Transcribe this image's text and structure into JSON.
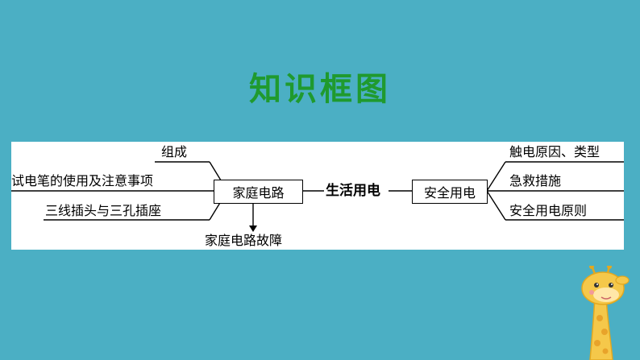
{
  "title": "知识框图",
  "diagram": {
    "center": "生活用电",
    "left_box": "家庭电路",
    "right_box": "安全用电",
    "left_branches": [
      "组成",
      "试电笔的使用及注意事项",
      "三线插头与三孔插座"
    ],
    "left_down": "家庭电路故障",
    "right_branches": [
      "触电原因、类型",
      "急救措施",
      "安全用电原则"
    ]
  },
  "colors": {
    "background": "#4bafc4",
    "title": "#1f9a2e",
    "panel": "#ffffff"
  },
  "decoration": "giraffe-mascot"
}
